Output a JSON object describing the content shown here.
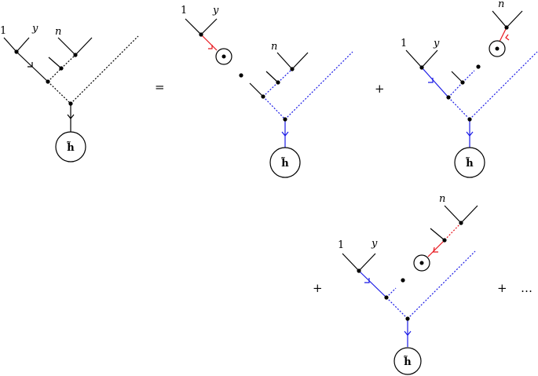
{
  "labels": {
    "one": "1",
    "y": "y",
    "n": "n",
    "h_tilde": "h̃",
    "odot": "⊙"
  },
  "operators": {
    "equals": "=",
    "plus": "+",
    "ellipsis": "…"
  },
  "colors": {
    "black": "#000000",
    "red": "#e8141b",
    "blue": "#1a1ae6"
  }
}
